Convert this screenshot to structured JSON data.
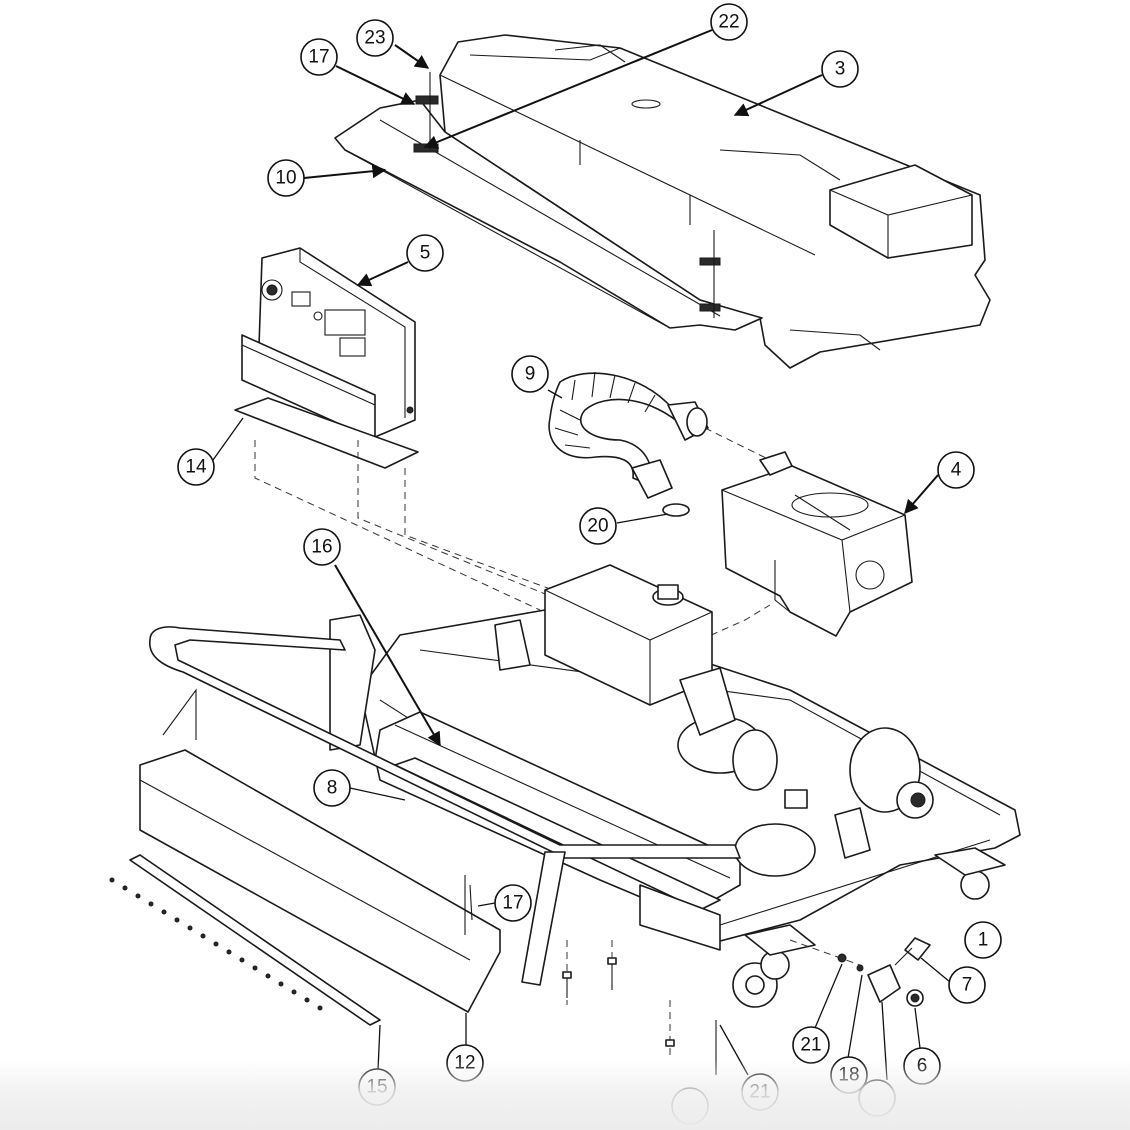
{
  "diagram": {
    "callouts": [
      {
        "id": "c1",
        "label": "1"
      },
      {
        "id": "c3",
        "label": "3"
      },
      {
        "id": "c4",
        "label": "4"
      },
      {
        "id": "c5",
        "label": "5"
      },
      {
        "id": "c6",
        "label": "6"
      },
      {
        "id": "c7",
        "label": "7"
      },
      {
        "id": "c8",
        "label": "8"
      },
      {
        "id": "c9",
        "label": "9"
      },
      {
        "id": "c10",
        "label": "10"
      },
      {
        "id": "c12",
        "label": "12"
      },
      {
        "id": "c14",
        "label": "14"
      },
      {
        "id": "c15",
        "label": "15"
      },
      {
        "id": "c16",
        "label": "16"
      },
      {
        "id": "c17a",
        "label": "17"
      },
      {
        "id": "c17b",
        "label": "17"
      },
      {
        "id": "c18",
        "label": "18"
      },
      {
        "id": "c20",
        "label": "20"
      },
      {
        "id": "c21a",
        "label": "21"
      },
      {
        "id": "c21b",
        "label": "21"
      },
      {
        "id": "c22",
        "label": "22"
      },
      {
        "id": "c23",
        "label": "23"
      }
    ]
  }
}
